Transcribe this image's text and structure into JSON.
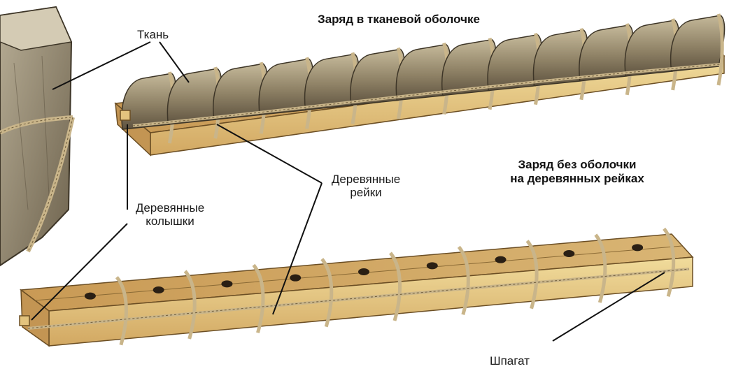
{
  "titles": {
    "fabric_charge": "Заряд в тканевой оболочке",
    "bare_charge_line1": "Заряд без оболочки",
    "bare_charge_line2": "на деревянных рейках"
  },
  "labels": {
    "fabric": "Ткань",
    "wooden_slats_line1": "Деревянные",
    "wooden_slats_line2": "рейки",
    "wooden_pegs_line1": "Деревянные",
    "wooden_pegs_line2": "колышки",
    "twine": "Шпагат"
  },
  "colors": {
    "wood": "#e8cf8a",
    "wood_dark": "#b88a45",
    "fabric": "#9c8f73",
    "fabric_dark": "#5b4f3c",
    "rope": "#c9b58a",
    "leader_line": "#111111"
  }
}
